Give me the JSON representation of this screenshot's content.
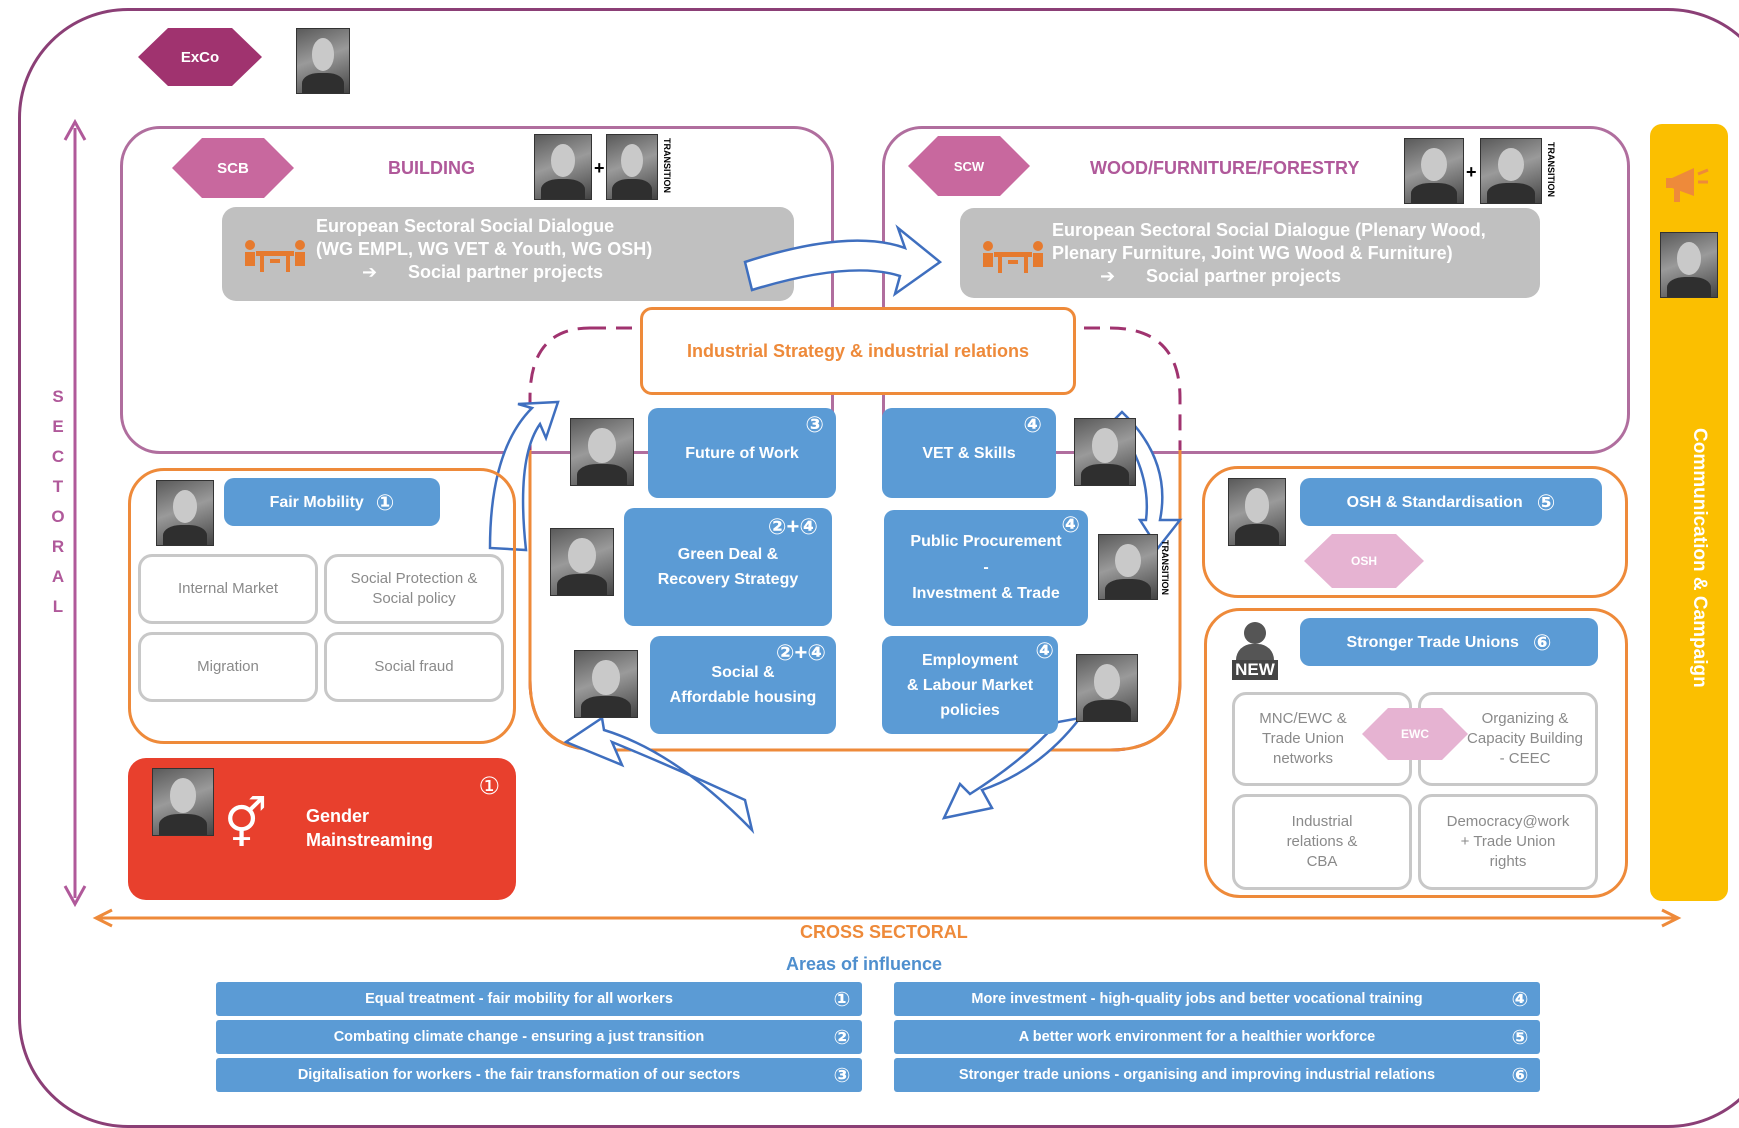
{
  "exco": {
    "label": "ExCo"
  },
  "building": {
    "code": "SCB",
    "title": "BUILDING",
    "plus": "+",
    "transition": "TRANSITION",
    "dialogue_lines": [
      "European  Sectoral Social Dialogue",
      "(WG EMPL, WG VET & Youth, WG OSH)",
      "Social partner projects"
    ]
  },
  "wood": {
    "code": "SCW",
    "title": "WOOD/FURNITURE/FORESTRY",
    "plus": "+",
    "transition": "TRANSITION",
    "dialogue_lines": [
      "European  Sectoral Social Dialogue (Plenary Wood,",
      "Plenary Furniture,  Joint WG Wood & Furniture)",
      "Social partner projects"
    ]
  },
  "arrow_glyph": "➔",
  "industrial": {
    "title": "Industrial Strategy &  industrial relations"
  },
  "center": {
    "future_of_work": {
      "label": "Future of Work",
      "num": "③"
    },
    "vet_skills": {
      "label": "VET & Skills",
      "num": "④"
    },
    "green_deal": {
      "line1": "Green Deal &",
      "line2": "Recovery Strategy",
      "num": "②+④"
    },
    "public_procurement": {
      "line1": "Public Procurement",
      "line2": "-",
      "line3": "Investment & Trade",
      "num": "④",
      "transition": "TRANSITION"
    },
    "social_housing": {
      "line1": "Social &",
      "line2": "Affordable housing",
      "num": "②+④"
    },
    "employment": {
      "line1": "Employment",
      "line2": "& Labour Market",
      "line3": "policies",
      "num": "④"
    }
  },
  "fair_mobility": {
    "label": "Fair Mobility",
    "num": "①",
    "items": [
      "Internal Market",
      "Social Protection & Social policy",
      "Migration",
      "Social fraud"
    ]
  },
  "gender": {
    "line1": "Gender",
    "line2": "Mainstreaming",
    "num": "①",
    "symbol": "⚥"
  },
  "osh": {
    "label": "OSH & Standardisation",
    "num": "⑤",
    "code": "OSH"
  },
  "stronger": {
    "label": "Stronger Trade Unions",
    "num": "⑥",
    "new": "NEW",
    "ewc": "EWC",
    "items": {
      "mnc": "MNC/EWC & Trade Union networks",
      "organizing": "Organizing & Capacity Building - CEEC",
      "industrial": "Industrial relations & CBA",
      "democracy": "Democracy@work + Trade Union rights"
    }
  },
  "sectoral_label": [
    "S",
    "E",
    "C",
    "T",
    "O",
    "R",
    "A",
    "L"
  ],
  "communication_label": "Communication  & Campaign",
  "cross_sectoral": "CROSS SECTORAL",
  "areas_title": "Areas of influence",
  "areas": [
    {
      "label": "Equal treatment - fair mobility for all workers",
      "num": "①"
    },
    {
      "label": "Combating climate change - ensuring a just transition",
      "num": "②"
    },
    {
      "label": "Digitalisation for workers - the fair transformation of our sectors",
      "num": "③"
    },
    {
      "label": "More investment - high-quality jobs and better vocational training",
      "num": "④"
    },
    {
      "label": "A better work environment for a healthier workforce",
      "num": "⑤"
    },
    {
      "label": "Stronger trade unions - organising and improving industrial relations",
      "num": "⑥"
    }
  ],
  "colors": {
    "purple": "#8b3f76",
    "orange": "#ee8a3a",
    "blue": "#5b9bd5",
    "red": "#e8402d",
    "yellow": "#fbbf00",
    "gray": "#c0c0c0"
  }
}
